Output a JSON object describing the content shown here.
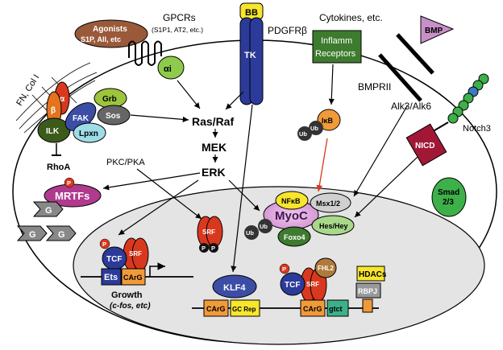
{
  "labels": {
    "fn_col": "FN, Col I",
    "agonists_1": "Agonists",
    "agonists_2": "S1P, AII, etc",
    "gpcrs": "GPCRs",
    "gpcrs_sub": "(S1P1, AT2, etc.)",
    "alpha_i": "αi",
    "bb": "BB",
    "tk": "TK",
    "pdgfr": "PDGFRβ",
    "cytokines": "Cytokines, etc.",
    "inflamm_1": "Inflamm",
    "inflamm_2": "Receptors",
    "bmp": "BMP",
    "bmprii": "BMPRII",
    "alk": "Alk3/Alk6",
    "notch3": "Notch3",
    "nicd": "NICD",
    "alpha": "α",
    "beta": "β",
    "ilk": "ILK",
    "fak": "FAK",
    "grb": "Grb",
    "sos": "Sos",
    "lpxn": "Lpxn",
    "ras_raf": "Ras/Raf",
    "mek": "MEK",
    "erk": "ERK",
    "ikb": "IκB",
    "ub": "Ub",
    "rhoa": "RhoA",
    "p": "P",
    "pkc_pka": "PKC/PKA",
    "mrtfs": "MRTFs",
    "g": "G",
    "smad": "Smad",
    "smad_sub": "2/3",
    "srf": "SRF",
    "nfkb": "NFκB",
    "msx": "Msx1/2",
    "myoc": "MyoC",
    "hes": "Hes/Hey",
    "foxo4": "Foxo4",
    "tcf": "TCF",
    "ets": "Ets",
    "carg": "CArG",
    "growth": "Growth",
    "growth_sub": "(c-fos, etc)",
    "klf4": "KLF4",
    "gc_rep": "GC Rep",
    "fhl2": "FHL2",
    "hdacs": "HDACs",
    "rbpj": "RBPJ",
    "gtct": "gtct"
  }
}
